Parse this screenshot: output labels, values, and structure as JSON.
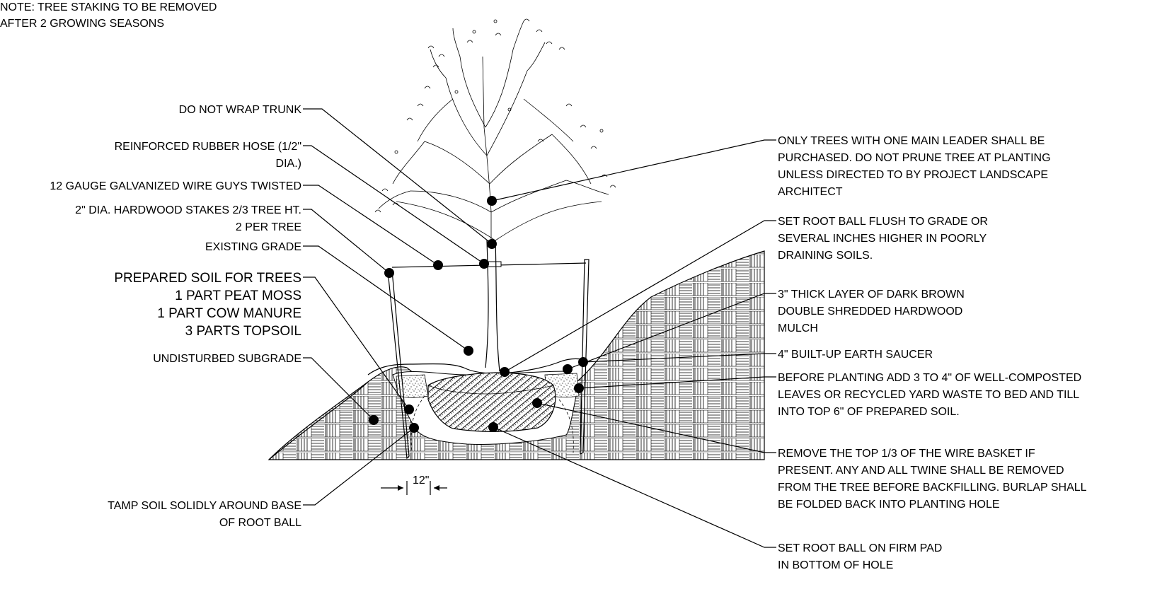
{
  "note": {
    "line1": "NOTE: TREE STAKING TO BE REMOVED",
    "line2": "AFTER 2 GROWING SEASONS"
  },
  "left_labels": {
    "do_not_wrap": "DO NOT WRAP TRUNK",
    "hose_1": "REINFORCED  RUBBER HOSE (1/2\"",
    "hose_2": "DIA.)",
    "wire": "12 GAUGE GALVANIZED WIRE GUYS TWISTED",
    "stakes_1": "2\" DIA. HARDWOOD STAKES 2/3 TREE HT.",
    "stakes_2": "2 PER TREE",
    "existing_grade": "EXISTING GRADE",
    "soil_1": "PREPARED SOIL FOR TREES",
    "soil_2": "1 PART PEAT MOSS",
    "soil_3": "1 PART COW MANURE",
    "soil_4": "3 PARTS TOPSOIL",
    "subgrade": "UNDISTURBED SUBGRADE",
    "tamp_1": "TAMP SOIL SOLIDLY AROUND BASE",
    "tamp_2": "OF ROOT BALL"
  },
  "right_labels": {
    "leader_1": "ONLY TREES WITH ONE MAIN LEADER SHALL BE",
    "leader_2": "PURCHASED. DO NOT  PRUNE TREE AT PLANTING",
    "leader_3": "UNLESS DIRECTED TO BY PROJECT LANDSCAPE",
    "leader_4": "ARCHITECT",
    "flush_1": "SET ROOT BALL FLUSH TO GRADE OR",
    "flush_2": "SEVERAL INCHES  HIGHER IN POORLY",
    "flush_3": "DRAINING SOILS.",
    "mulch_1": "3\" THICK LAYER OF DARK BROWN",
    "mulch_2": "DOUBLE SHREDDED HARDWOOD",
    "mulch_3": "MULCH",
    "saucer": "4\" BUILT-UP EARTH SAUCER",
    "compost_1": "BEFORE PLANTING ADD 3 TO 4\"  OF WELL-COMPOSTED",
    "compost_2": "LEAVES OR  RECYCLED YARD WASTE TO BED  AND TILL",
    "compost_3": "INTO TOP 6\" OF  PREPARED SOIL.",
    "basket_1": "REMOVE THE TOP 1/3 OF THE WIRE BASKET IF",
    "basket_2": "PRESENT. ANY AND ALL TWINE SHALL BE REMOVED",
    "basket_3": "FROM THE TREE BEFORE BACKFILLING. BURLAP SHALL",
    "basket_4": "BE FOLDED BACK INTO PLANTING HOLE",
    "pad_1": "SET ROOT BALL ON FIRM PAD",
    "pad_2": "IN BOTTOM OF HOLE"
  },
  "dimension": {
    "width_label": "12\""
  }
}
